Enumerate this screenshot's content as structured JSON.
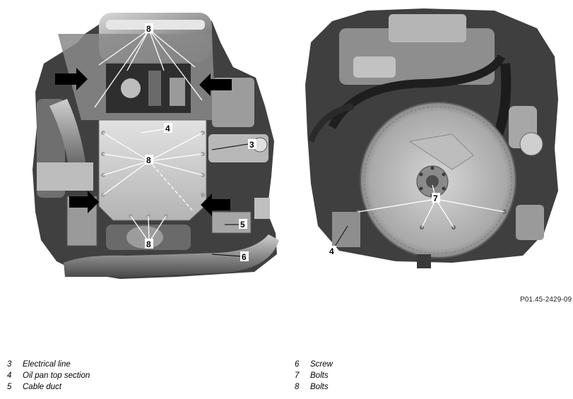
{
  "figure_code": "P01.45-2429-09",
  "callouts": {
    "left_view": [
      "8",
      "4",
      "3",
      "8",
      "5",
      "6",
      "8"
    ],
    "right_view": [
      "7",
      "4"
    ]
  },
  "legend": [
    {
      "number": "3",
      "label": "Electrical line"
    },
    {
      "number": "4",
      "label": "Oil pan top section"
    },
    {
      "number": "5",
      "label": "Cable duct"
    },
    {
      "number": "6",
      "label": "Screw"
    },
    {
      "number": "7",
      "label": "Bolts"
    },
    {
      "number": "8",
      "label": "Bolts"
    }
  ],
  "colors": {
    "engine_dark": "#3a3a3a",
    "engine_mid": "#7a7a7a",
    "engine_light": "#c9c9c9",
    "arrow": "#000000"
  }
}
